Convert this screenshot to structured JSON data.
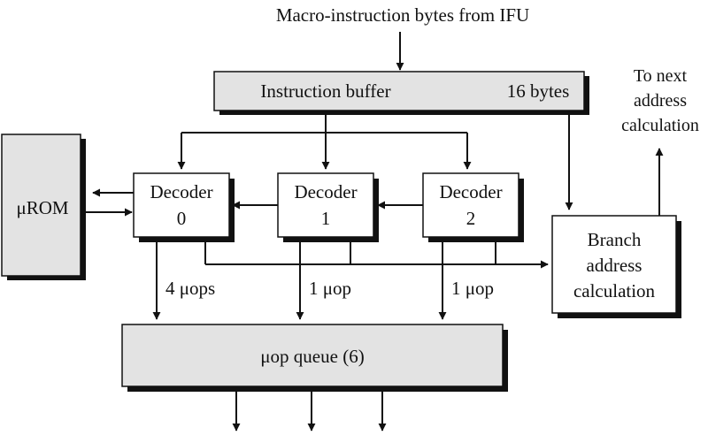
{
  "input_label": "Macro-instruction bytes from IFU",
  "instruction_buffer": {
    "label": "Instruction buffer",
    "size_label": "16 bytes"
  },
  "next_address": {
    "line1": "To next",
    "line2": "address",
    "line3": "calculation"
  },
  "urom": {
    "label": "μROM"
  },
  "decoders": [
    {
      "line1": "Decoder",
      "line2": "0",
      "output_label": "4 μops"
    },
    {
      "line1": "Decoder",
      "line2": "1",
      "output_label": "1 μop"
    },
    {
      "line1": "Decoder",
      "line2": "2",
      "output_label": "1 μop"
    }
  ],
  "branch_unit": {
    "line1": "Branch",
    "line2": "address",
    "line3": "calculation"
  },
  "uop_queue": {
    "label": "μop queue (6)"
  },
  "colors": {
    "shaded_fill": "#e3e3e3",
    "box_fill": "#ffffff",
    "stroke": "#111111",
    "shadow": "#111111"
  }
}
